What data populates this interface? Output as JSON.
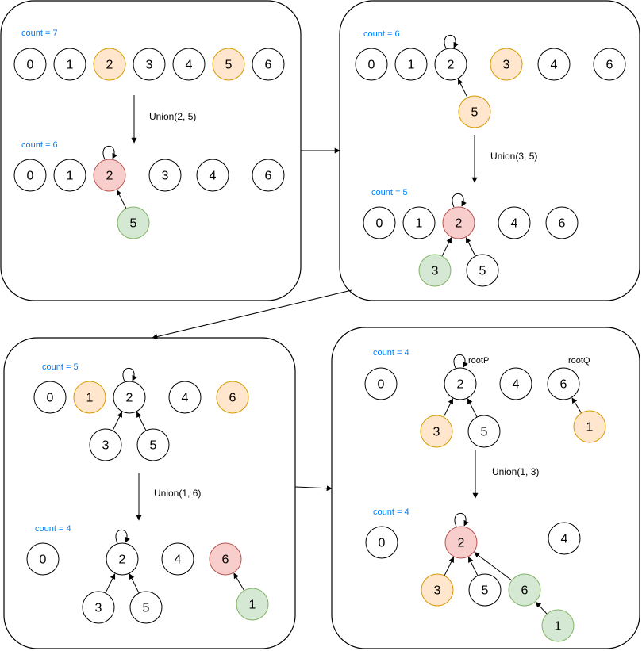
{
  "colors": {
    "white": "#ffffff",
    "orange_fill": "#ffe6cc",
    "orange_stroke": "#d79b00",
    "red_fill": "#f8cecc",
    "red_stroke": "#b85450",
    "green_fill": "#d5e8d4",
    "green_stroke": "#82b366",
    "count_text": "#007fff"
  },
  "panels": [
    {
      "id": "panel-1",
      "steps": [
        {
          "count_text": "count = 7",
          "nodes": [
            {
              "label": "0",
              "color": "white"
            },
            {
              "label": "1",
              "color": "white"
            },
            {
              "label": "2",
              "color": "orange"
            },
            {
              "label": "3",
              "color": "white"
            },
            {
              "label": "4",
              "color": "white"
            },
            {
              "label": "5",
              "color": "orange"
            },
            {
              "label": "6",
              "color": "white"
            }
          ]
        },
        {
          "count_text": "count = 6",
          "nodes": [
            {
              "label": "0",
              "color": "white"
            },
            {
              "label": "1",
              "color": "white"
            },
            {
              "label": "2",
              "color": "red",
              "self_loop": true
            },
            {
              "label": "3",
              "color": "white"
            },
            {
              "label": "4",
              "color": "white"
            },
            {
              "label": "6",
              "color": "white"
            },
            {
              "label": "5",
              "color": "green",
              "parent": "2"
            }
          ]
        }
      ],
      "operation": "Union(2, 5)"
    },
    {
      "id": "panel-2",
      "steps": [
        {
          "count_text": "count = 6",
          "nodes": [
            {
              "label": "0",
              "color": "white"
            },
            {
              "label": "1",
              "color": "white"
            },
            {
              "label": "2",
              "color": "white",
              "self_loop": true
            },
            {
              "label": "3",
              "color": "orange"
            },
            {
              "label": "4",
              "color": "white"
            },
            {
              "label": "6",
              "color": "white"
            },
            {
              "label": "5",
              "color": "orange",
              "parent": "2"
            }
          ]
        },
        {
          "count_text": "count = 5",
          "nodes": [
            {
              "label": "0",
              "color": "white"
            },
            {
              "label": "1",
              "color": "white"
            },
            {
              "label": "2",
              "color": "red",
              "self_loop": true
            },
            {
              "label": "4",
              "color": "white"
            },
            {
              "label": "6",
              "color": "white"
            },
            {
              "label": "3",
              "color": "green",
              "parent": "2"
            },
            {
              "label": "5",
              "color": "white",
              "parent": "2"
            }
          ]
        }
      ],
      "operation": "Union(3, 5)"
    },
    {
      "id": "panel-3",
      "steps": [
        {
          "count_text": "count = 5",
          "nodes": [
            {
              "label": "0",
              "color": "white"
            },
            {
              "label": "1",
              "color": "orange"
            },
            {
              "label": "2",
              "color": "white",
              "self_loop": true
            },
            {
              "label": "4",
              "color": "white"
            },
            {
              "label": "6",
              "color": "orange"
            },
            {
              "label": "3",
              "color": "white",
              "parent": "2"
            },
            {
              "label": "5",
              "color": "white",
              "parent": "2"
            }
          ]
        },
        {
          "count_text": "count = 4",
          "nodes": [
            {
              "label": "0",
              "color": "white"
            },
            {
              "label": "2",
              "color": "white",
              "self_loop": true
            },
            {
              "label": "4",
              "color": "white"
            },
            {
              "label": "6",
              "color": "red"
            },
            {
              "label": "3",
              "color": "white",
              "parent": "2"
            },
            {
              "label": "5",
              "color": "white",
              "parent": "2"
            },
            {
              "label": "1",
              "color": "green",
              "parent": "6"
            }
          ]
        }
      ],
      "operation": "Union(1, 6)"
    },
    {
      "id": "panel-4",
      "steps": [
        {
          "count_text": "count = 4",
          "root_p_text": "rootP",
          "root_q_text": "rootQ",
          "nodes": [
            {
              "label": "0",
              "color": "white"
            },
            {
              "label": "2",
              "color": "white",
              "self_loop": true
            },
            {
              "label": "4",
              "color": "white"
            },
            {
              "label": "6",
              "color": "white"
            },
            {
              "label": "3",
              "color": "orange",
              "parent": "2"
            },
            {
              "label": "5",
              "color": "white",
              "parent": "2"
            },
            {
              "label": "1",
              "color": "orange",
              "parent": "6"
            }
          ]
        },
        {
          "count_text": "count = 4",
          "nodes": [
            {
              "label": "0",
              "color": "white"
            },
            {
              "label": "2",
              "color": "red",
              "self_loop": true
            },
            {
              "label": "4",
              "color": "white"
            },
            {
              "label": "3",
              "color": "orange",
              "parent": "2"
            },
            {
              "label": "5",
              "color": "white",
              "parent": "2"
            },
            {
              "label": "6",
              "color": "green",
              "parent": "2"
            },
            {
              "label": "1",
              "color": "green",
              "parent": "6"
            }
          ]
        }
      ],
      "operation": "Union(1, 3)"
    }
  ]
}
